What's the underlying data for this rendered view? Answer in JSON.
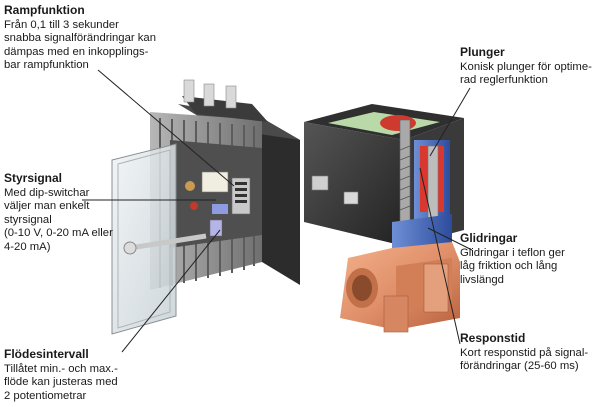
{
  "labels": {
    "rampfunktion": {
      "title": "Rampfunktion",
      "text": "Från 0,1 till 3 sekunder\nsnabba signalförändringar kan\ndämpas med en inkopplings-\nbar rampfunktion"
    },
    "plunger": {
      "title": "Plunger",
      "text": "Konisk plunger för optime-\nrad reglerfunktion"
    },
    "styrsignal": {
      "title": "Styrsignal",
      "text": "Med dip-switchar\nväljer man enkelt\nstyrsignal\n(0-10 V, 0-20 mA eller\n4-20 mA)"
    },
    "glidringar": {
      "title": "Glidringar",
      "text": "Glidringar i teflon ger\nlåg friktion och lång\nlivslängd"
    },
    "flodesintervall": {
      "title": "Flödesintervall",
      "text": "Tillåtet min.- och max.-\nflöde kan justeras med\n2 potentiometrar"
    },
    "responstid": {
      "title": "Responstid",
      "text": "Kort responstid på signal-\nförändringar (25-60 ms)"
    }
  },
  "colors": {
    "label_text": "#1a1a1a",
    "leader_line": "#222222",
    "coil_dark": "#3a3a3a",
    "heatsink": "#8a8a8a",
    "valve_body": "#e0946a",
    "cutaway_red": "#d8382e",
    "cutaway_blue": "#3f62b3"
  }
}
